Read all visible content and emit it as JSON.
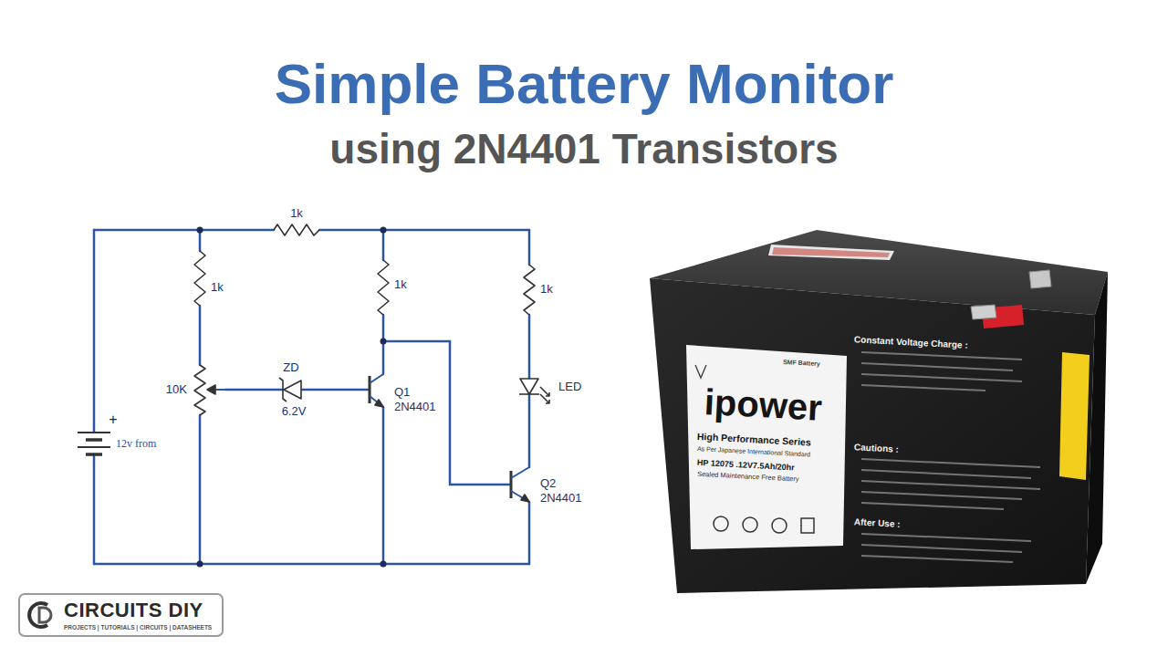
{
  "diagram": {
    "title": "Simple Battery Monitor",
    "nodes": [
      {
        "text": [
          "CIRCUITS DIY",
          "PROJECTS | TUTORIALS | CIRCUITS | DATASHEETS"
        ]
      }
    ],
    "labels": [
      "using 2N4401 Transistors",
      "1k",
      "1k",
      "1k",
      "1k",
      "+",
      "12v from",
      "10K",
      "ZD",
      "6.2V",
      "Q1",
      "2N4401",
      "LED",
      "Q2",
      "2N4401",
      "SMF Battery",
      "ipower",
      "High Performance Series",
      "As Per Japanese International Standard",
      "HP 12075 .12V7.5Ah/20hr",
      "Sealed Maintenance Free Battery",
      "Constant Voltage Charge :",
      "Cautions :",
      "After Use :"
    ]
  }
}
